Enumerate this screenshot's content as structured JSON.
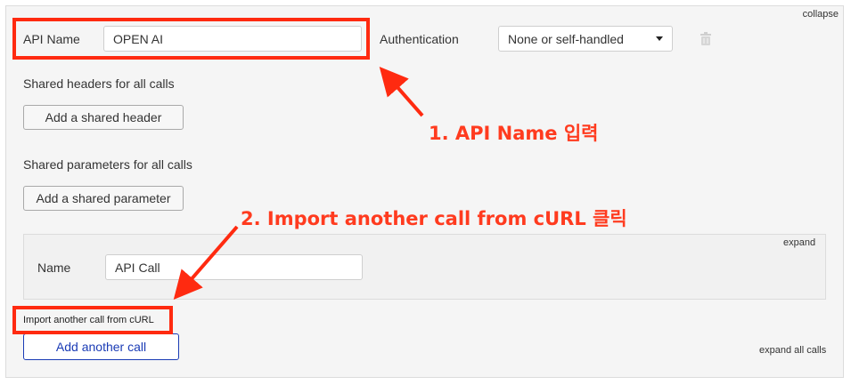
{
  "collapse_label": "collapse",
  "api_name": {
    "label": "API Name",
    "value": "OPEN AI"
  },
  "authentication": {
    "label": "Authentication",
    "selected": "None or self-handled"
  },
  "shared_headers": {
    "label": "Shared headers for all calls",
    "button": "Add a shared header"
  },
  "shared_parameters": {
    "label": "Shared parameters for all calls",
    "button": "Add a shared parameter"
  },
  "call": {
    "expand_label": "expand",
    "name_label": "Name",
    "name_value": "API Call"
  },
  "import_link": "Import another call from cURL",
  "add_call_button": "Add another call",
  "expand_all_label": "expand all calls",
  "annotations": {
    "step1": "1. API Name 입력",
    "step2": "2. Import another call from cURL 클릭"
  },
  "colors": {
    "highlight": "#ff2a10",
    "annotation": "#ff3b1f",
    "primary": "#1a3bb5"
  },
  "icons": {
    "delete": "trash-icon",
    "dropdown": "chevron-down-icon"
  }
}
